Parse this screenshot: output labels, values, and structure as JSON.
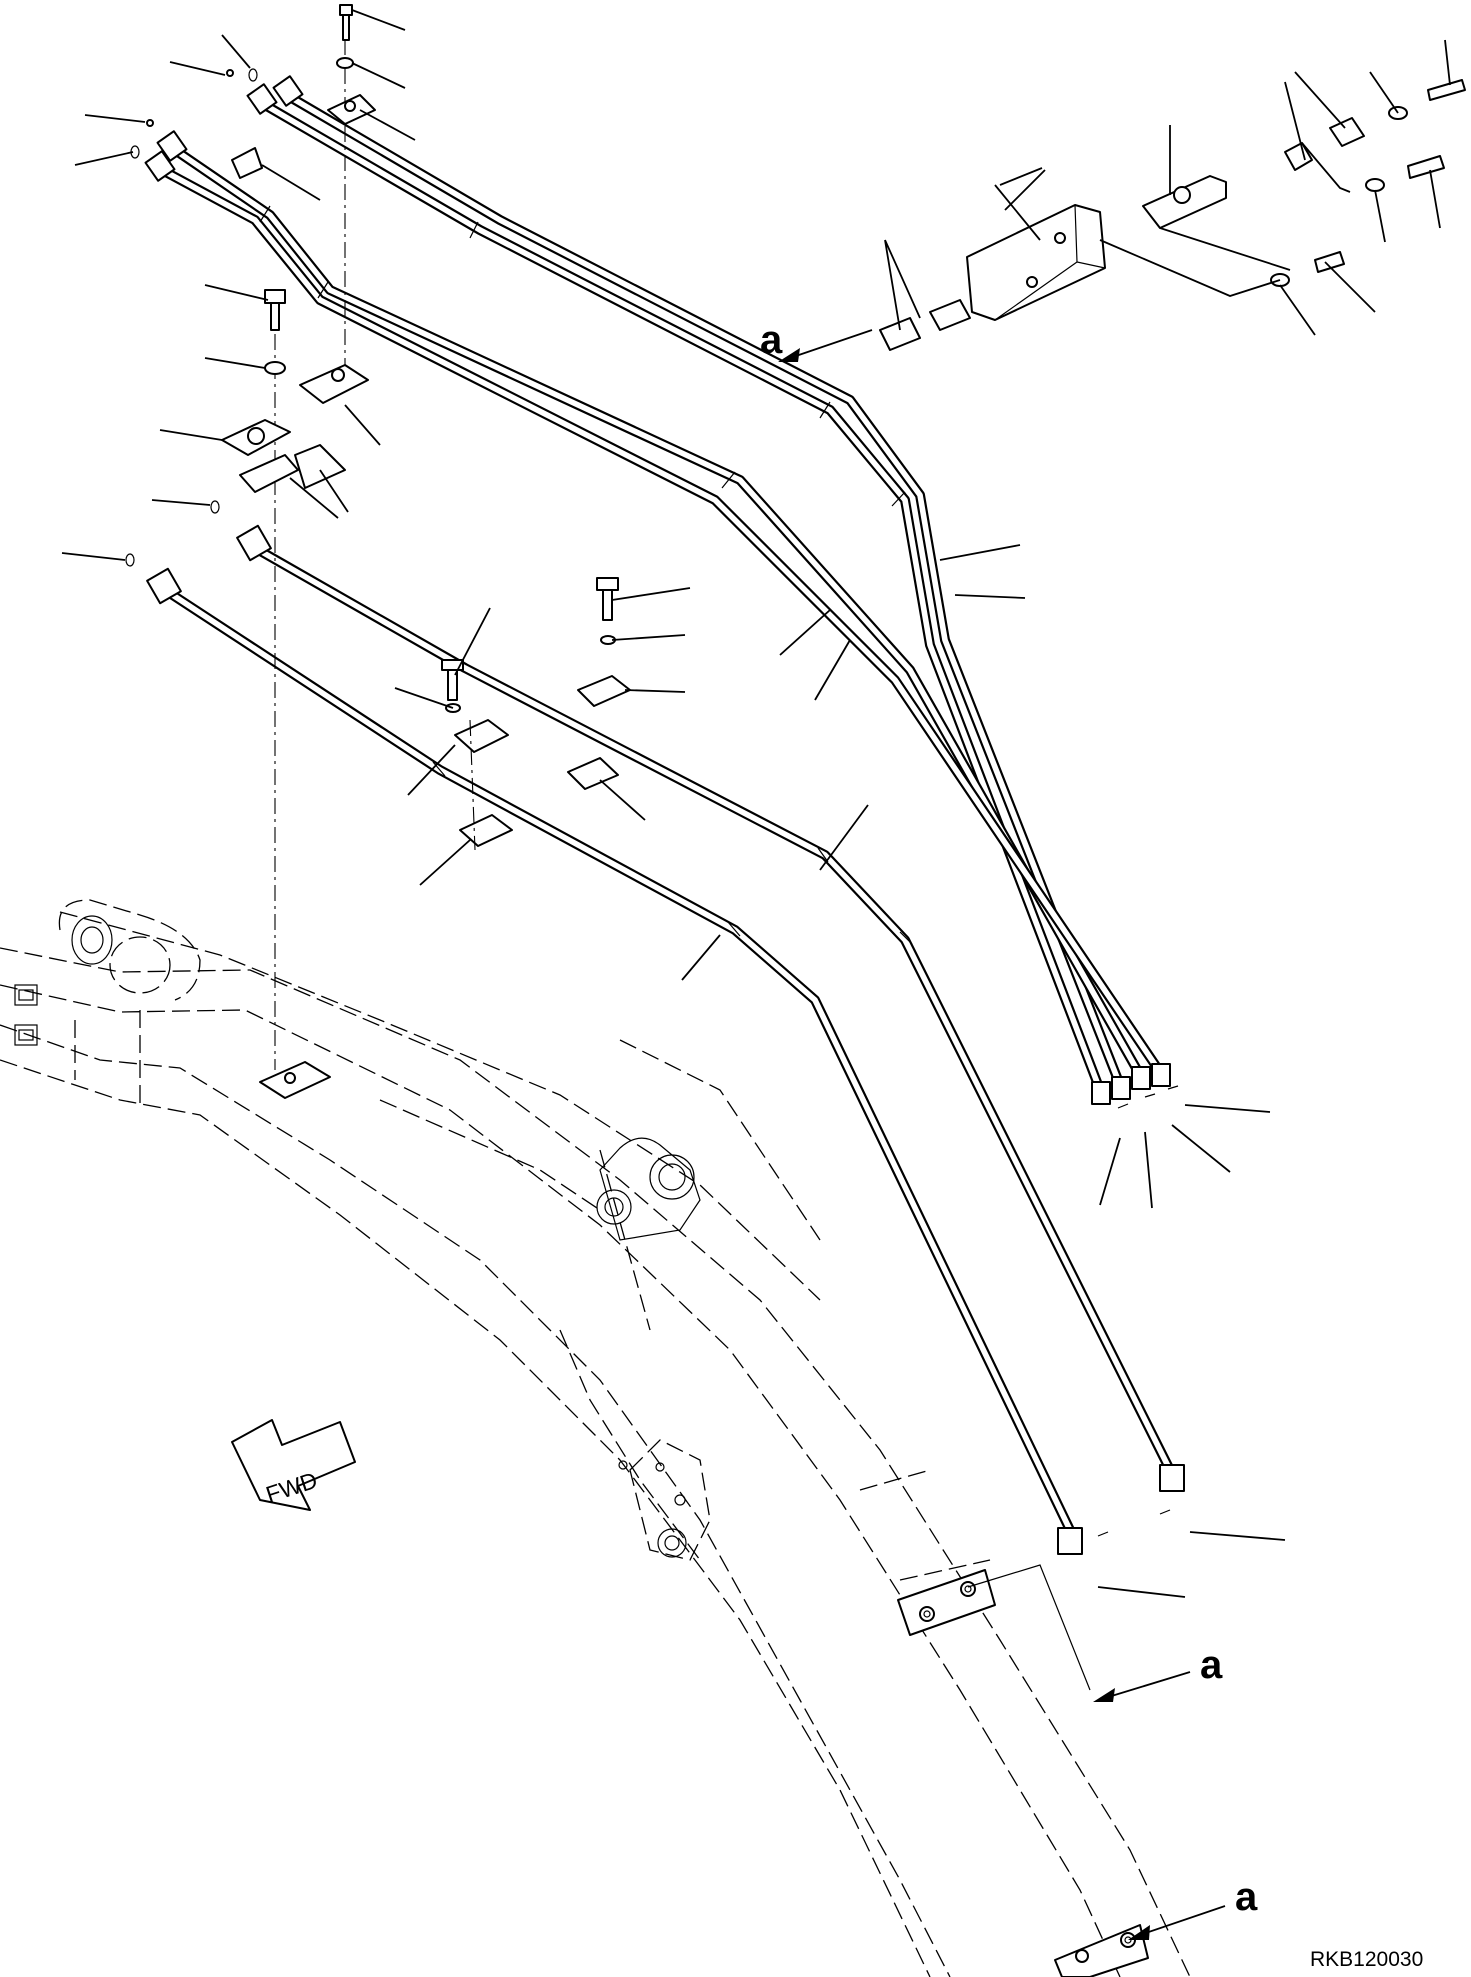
{
  "diagram": {
    "reference_label": "a",
    "direction_label": "FWD",
    "drawing_code": "RKB120030"
  }
}
